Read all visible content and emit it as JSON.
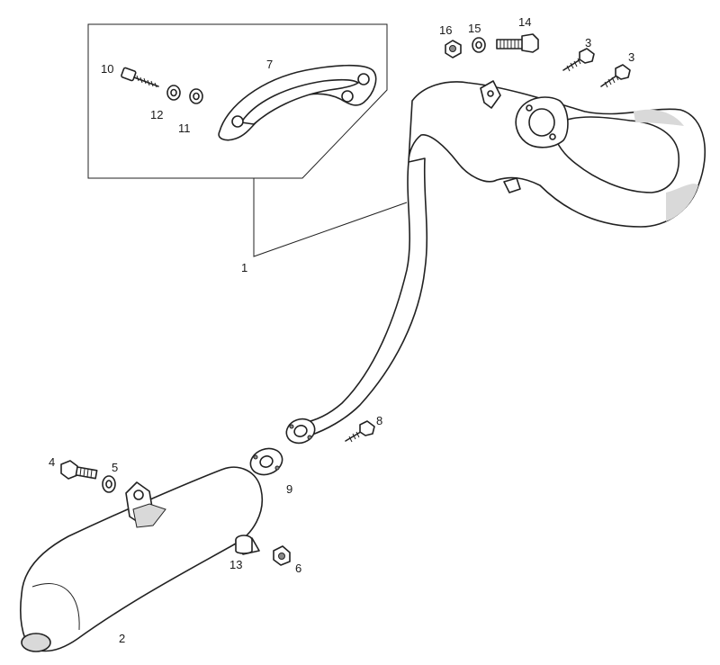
{
  "diagram": {
    "colors": {
      "line": "#222222",
      "background": "#ffffff",
      "shade": "#d9d9d9"
    },
    "callouts": [
      {
        "id": "1",
        "text": "1"
      },
      {
        "id": "2",
        "text": "2"
      },
      {
        "id": "3a",
        "text": "3"
      },
      {
        "id": "3b",
        "text": "3"
      },
      {
        "id": "4",
        "text": "4"
      },
      {
        "id": "5",
        "text": "5"
      },
      {
        "id": "6",
        "text": "6"
      },
      {
        "id": "7",
        "text": "7"
      },
      {
        "id": "8",
        "text": "8"
      },
      {
        "id": "9",
        "text": "9"
      },
      {
        "id": "10",
        "text": "10"
      },
      {
        "id": "11",
        "text": "11"
      },
      {
        "id": "12",
        "text": "12"
      },
      {
        "id": "13",
        "text": "13"
      },
      {
        "id": "14",
        "text": "14"
      },
      {
        "id": "15",
        "text": "15"
      },
      {
        "id": "16",
        "text": "16"
      }
    ]
  }
}
